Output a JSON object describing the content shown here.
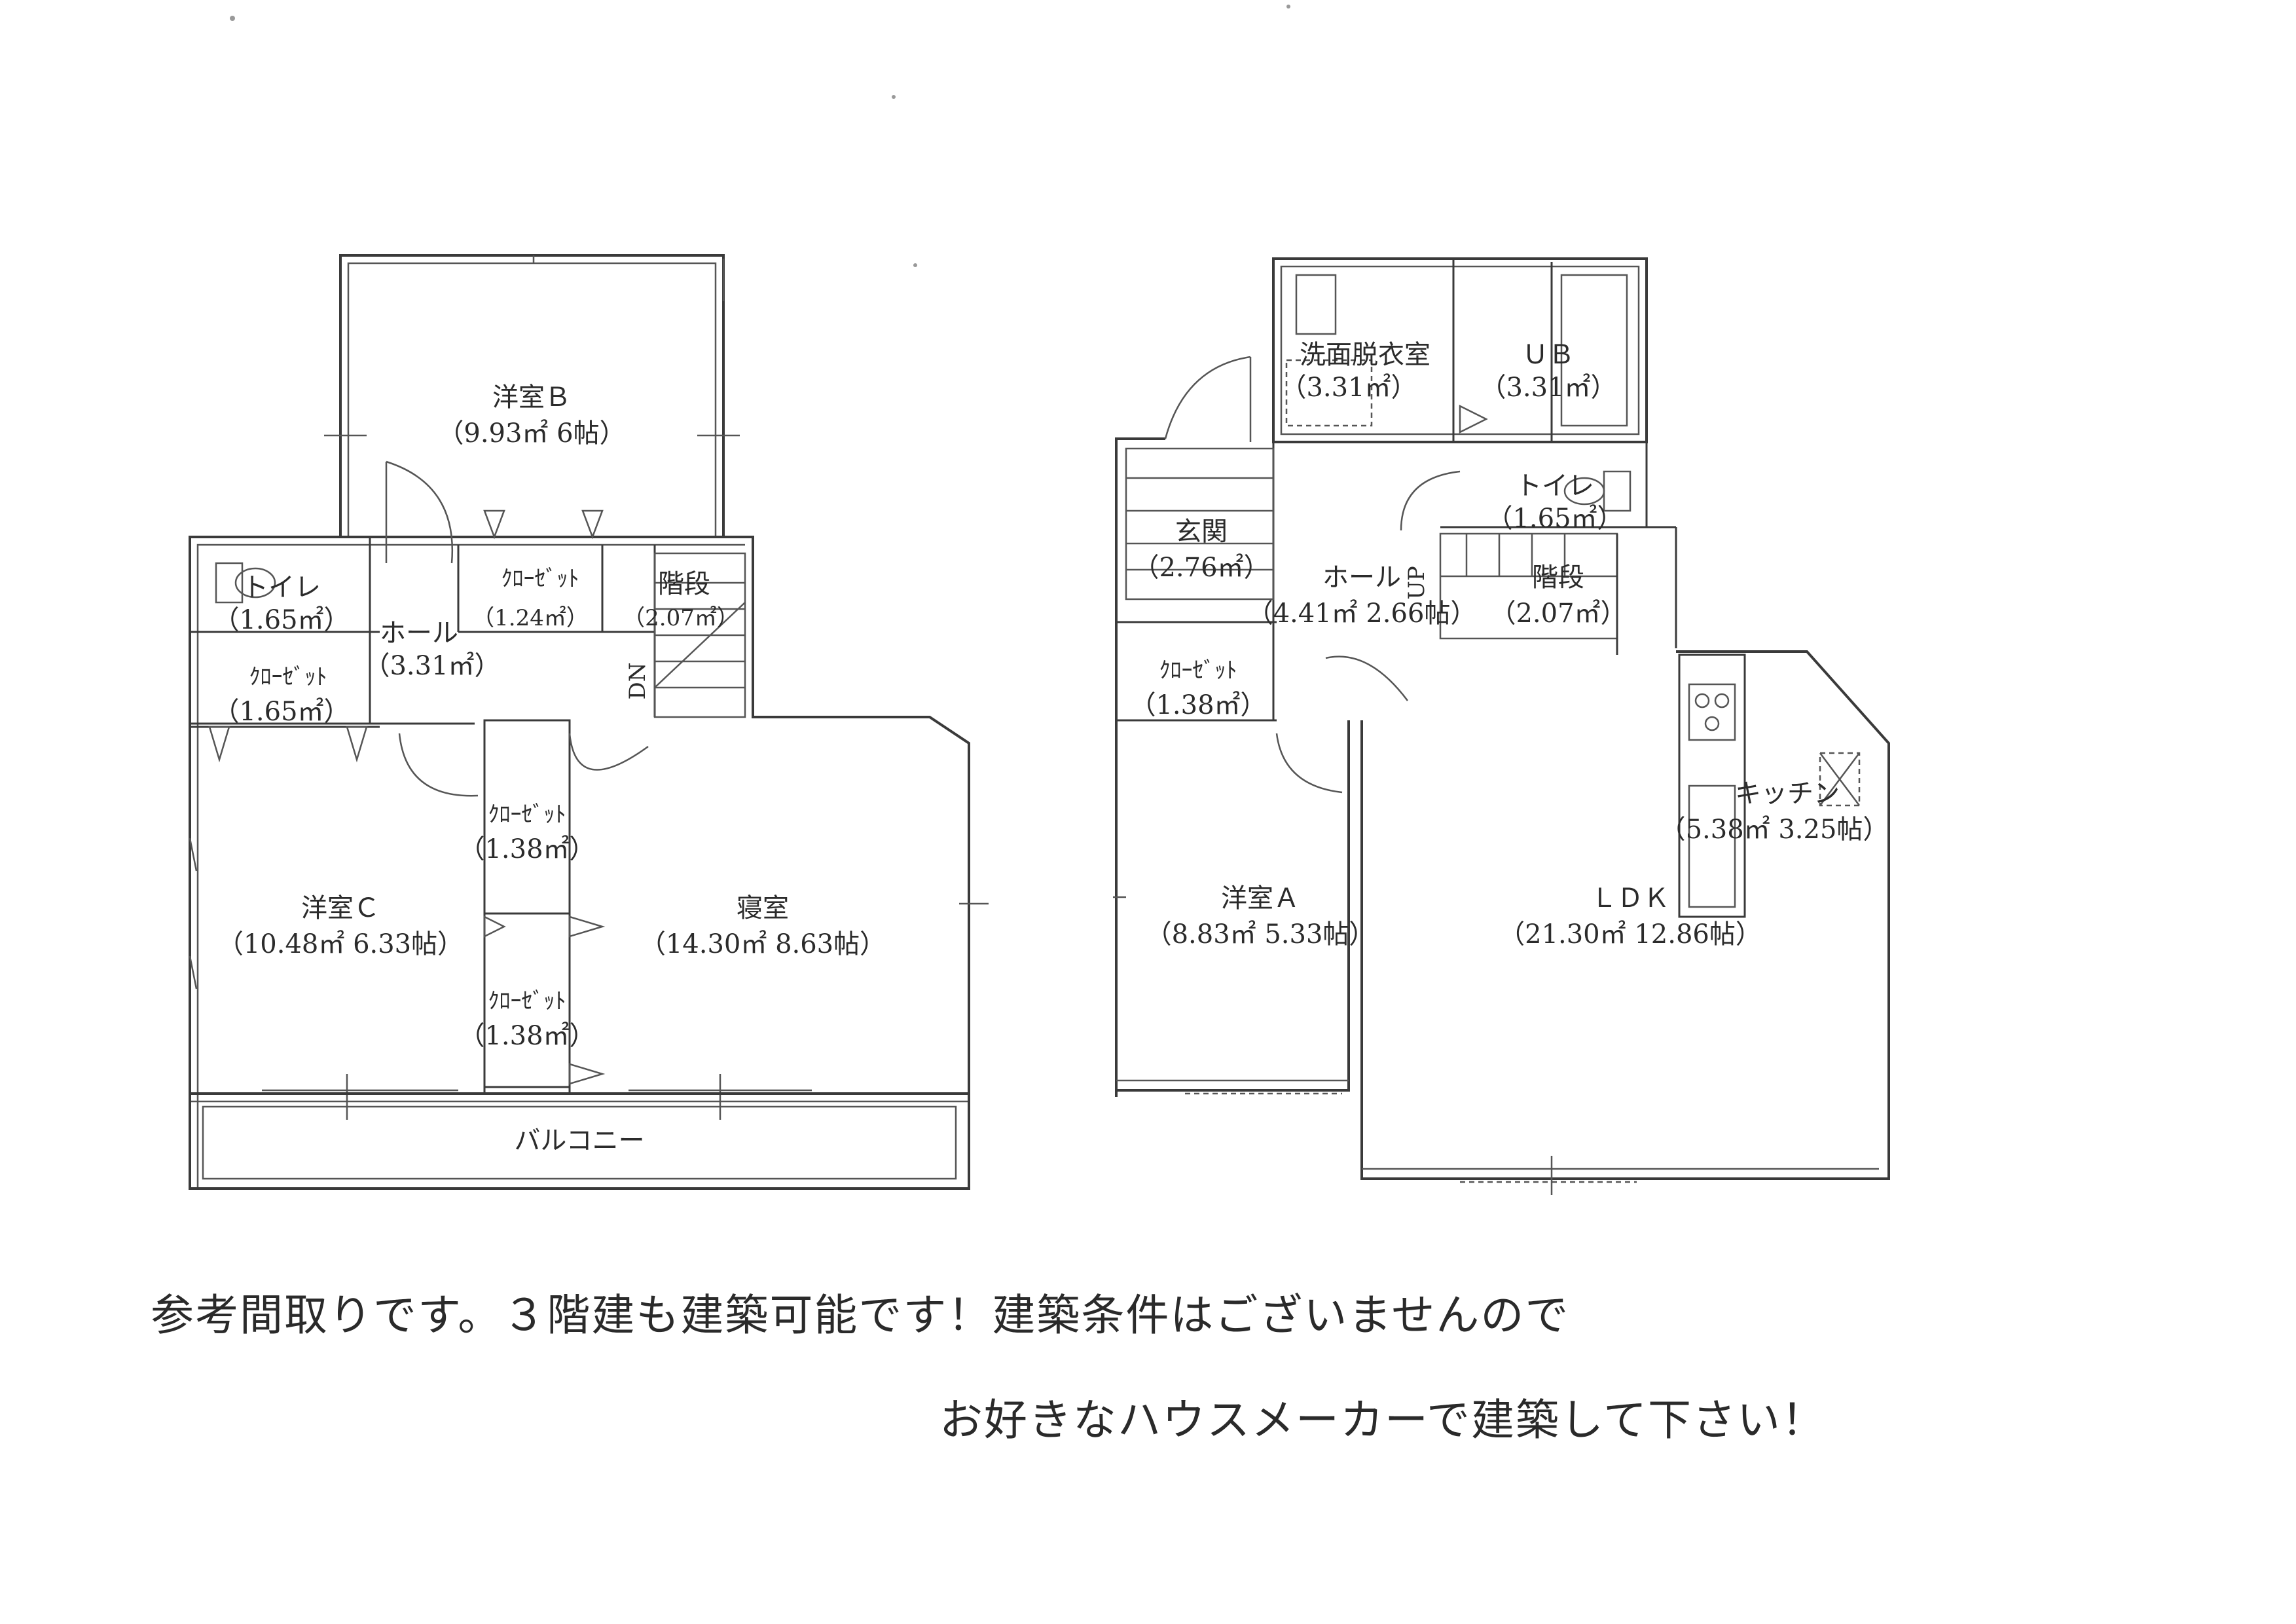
{
  "floor_2": {
    "rooms": [
      {
        "id": "yoshitsu-b",
        "name": "洋室Ｂ",
        "area": "（9.93㎡ 6帖）"
      },
      {
        "id": "toilet2",
        "name": "トイレ",
        "area": "（1.65㎡）"
      },
      {
        "id": "closet2a",
        "name": "ｸﾛｰｾﾞｯﾄ",
        "area": "（1.24㎡）"
      },
      {
        "id": "stairs2",
        "name": "階段",
        "area": "（2.07㎡）"
      },
      {
        "id": "hall2",
        "name": "ホール",
        "area": "（3.31㎡）"
      },
      {
        "id": "closet2b",
        "name": "ｸﾛｰｾﾞｯﾄ",
        "area": "（1.65㎡）"
      },
      {
        "id": "closet2c",
        "name": "ｸﾛｰｾﾞｯﾄ",
        "area": "（1.38㎡）"
      },
      {
        "id": "yoshitsu-c",
        "name": "洋室Ｃ",
        "area": "（10.48㎡ 6.33帖）"
      },
      {
        "id": "shinshitsu",
        "name": "寝室",
        "area": "（14.30㎡ 8.63帖）"
      },
      {
        "id": "closet2d",
        "name": "ｸﾛｰｾﾞｯﾄ",
        "area": "（1.38㎡）"
      },
      {
        "id": "balcony",
        "name": "バルコニー",
        "area": ""
      }
    ],
    "stair_mark": "DN"
  },
  "floor_1": {
    "rooms": [
      {
        "id": "senmen",
        "name": "洗面脱衣室",
        "area": "（3.31㎡）"
      },
      {
        "id": "ub",
        "name": "ＵＢ",
        "area": "（3.31㎡）"
      },
      {
        "id": "toilet1",
        "name": "トイレ",
        "area": "（1.65㎡）"
      },
      {
        "id": "genkan",
        "name": "玄関",
        "area": "（2.76㎡）"
      },
      {
        "id": "hall1",
        "name": "ホール",
        "area": "（4.41㎡ 2.66帖）"
      },
      {
        "id": "stairs1",
        "name": "階段",
        "area": "（2.07㎡）"
      },
      {
        "id": "closet1",
        "name": "ｸﾛｰｾﾞｯﾄ",
        "area": "（1.38㎡）"
      },
      {
        "id": "kitchen",
        "name": "キッチン",
        "area": "（5.38㎡ 3.25帖）"
      },
      {
        "id": "yoshitsu-a",
        "name": "洋室Ａ",
        "area": "（8.83㎡ 5.33帖）"
      },
      {
        "id": "ldk",
        "name": "ＬＤＫ",
        "area": "（21.30㎡ 12.86帖）"
      }
    ],
    "stair_mark": "UP"
  },
  "notes": {
    "line1": "参考間取りです。３階建も建築可能です！建築条件はございませんので",
    "line2": "お好きなハウスメーカーで建築して下さい！"
  },
  "colors": {
    "line": "#3a3a3a",
    "background": "#ffffff"
  }
}
